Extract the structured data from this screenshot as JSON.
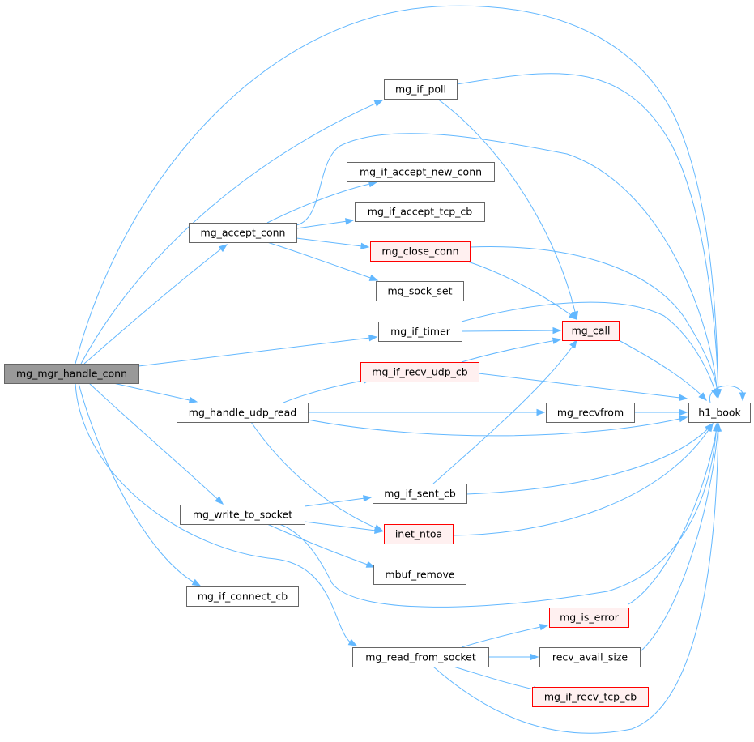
{
  "colors": {
    "edge": "#63b8ff",
    "node_fill": "#ffffff",
    "node_border": "#666666",
    "root_fill": "#999999",
    "root_border": "#666666",
    "red_fill": "#fff0f0",
    "red_border": "#ff0000"
  },
  "nodes": [
    {
      "id": "mg_mgr_handle_conn",
      "label": "mg_mgr_handle_conn",
      "style": "root"
    },
    {
      "id": "mg_if_poll",
      "label": "mg_if_poll",
      "style": "normal"
    },
    {
      "id": "mg_if_accept_new_conn",
      "label": "mg_if_accept_new_conn",
      "style": "normal"
    },
    {
      "id": "mg_if_accept_tcp_cb",
      "label": "mg_if_accept_tcp_cb",
      "style": "normal"
    },
    {
      "id": "mg_accept_conn",
      "label": "mg_accept_conn",
      "style": "normal"
    },
    {
      "id": "mg_close_conn",
      "label": "mg_close_conn",
      "style": "red"
    },
    {
      "id": "mg_sock_set",
      "label": "mg_sock_set",
      "style": "normal"
    },
    {
      "id": "mg_if_timer",
      "label": "mg_if_timer",
      "style": "normal"
    },
    {
      "id": "mg_call",
      "label": "mg_call",
      "style": "red"
    },
    {
      "id": "mg_if_recv_udp_cb",
      "label": "mg_if_recv_udp_cb",
      "style": "red"
    },
    {
      "id": "mg_handle_udp_read",
      "label": "mg_handle_udp_read",
      "style": "normal"
    },
    {
      "id": "mg_recvfrom",
      "label": "mg_recvfrom",
      "style": "normal"
    },
    {
      "id": "h1_book",
      "label": "h1_book",
      "style": "normal"
    },
    {
      "id": "mg_if_sent_cb",
      "label": "mg_if_sent_cb",
      "style": "normal"
    },
    {
      "id": "mg_write_to_socket",
      "label": "mg_write_to_socket",
      "style": "normal"
    },
    {
      "id": "inet_ntoa",
      "label": "inet_ntoa",
      "style": "red"
    },
    {
      "id": "mbuf_remove",
      "label": "mbuf_remove",
      "style": "normal"
    },
    {
      "id": "mg_if_connect_cb",
      "label": "mg_if_connect_cb",
      "style": "normal"
    },
    {
      "id": "mg_is_error",
      "label": "mg_is_error",
      "style": "red"
    },
    {
      "id": "mg_read_from_socket",
      "label": "mg_read_from_socket",
      "style": "normal"
    },
    {
      "id": "recv_avail_size",
      "label": "recv_avail_size",
      "style": "normal"
    },
    {
      "id": "mg_if_recv_tcp_cb",
      "label": "mg_if_recv_tcp_cb",
      "style": "red"
    }
  ],
  "edges": [
    {
      "from": "mg_mgr_handle_conn",
      "to": "h1_book"
    },
    {
      "from": "mg_mgr_handle_conn",
      "to": "mg_if_poll"
    },
    {
      "from": "mg_mgr_handle_conn",
      "to": "mg_accept_conn"
    },
    {
      "from": "mg_mgr_handle_conn",
      "to": "mg_if_timer"
    },
    {
      "from": "mg_mgr_handle_conn",
      "to": "mg_handle_udp_read"
    },
    {
      "from": "mg_mgr_handle_conn",
      "to": "mg_write_to_socket"
    },
    {
      "from": "mg_mgr_handle_conn",
      "to": "mg_if_connect_cb"
    },
    {
      "from": "mg_mgr_handle_conn",
      "to": "mg_read_from_socket"
    },
    {
      "from": "mg_if_poll",
      "to": "h1_book"
    },
    {
      "from": "mg_if_poll",
      "to": "mg_call"
    },
    {
      "from": "mg_accept_conn",
      "to": "mg_if_accept_new_conn"
    },
    {
      "from": "mg_accept_conn",
      "to": "mg_if_accept_tcp_cb"
    },
    {
      "from": "mg_accept_conn",
      "to": "mg_close_conn"
    },
    {
      "from": "mg_accept_conn",
      "to": "mg_sock_set"
    },
    {
      "from": "mg_accept_conn",
      "to": "h1_book"
    },
    {
      "from": "mg_close_conn",
      "to": "h1_book"
    },
    {
      "from": "mg_close_conn",
      "to": "mg_call"
    },
    {
      "from": "mg_if_timer",
      "to": "mg_call"
    },
    {
      "from": "mg_if_timer",
      "to": "h1_book"
    },
    {
      "from": "mg_call",
      "to": "h1_book"
    },
    {
      "from": "mg_if_recv_udp_cb",
      "to": "mg_call"
    },
    {
      "from": "mg_if_recv_udp_cb",
      "to": "h1_book"
    },
    {
      "from": "mg_handle_udp_read",
      "to": "mg_if_recv_udp_cb"
    },
    {
      "from": "mg_handle_udp_read",
      "to": "mg_recvfrom"
    },
    {
      "from": "mg_handle_udp_read",
      "to": "h1_book"
    },
    {
      "from": "mg_handle_udp_read",
      "to": "inet_ntoa"
    },
    {
      "from": "mg_recvfrom",
      "to": "h1_book"
    },
    {
      "from": "h1_book",
      "to": "h1_book"
    },
    {
      "from": "mg_if_sent_cb",
      "to": "mg_call"
    },
    {
      "from": "mg_if_sent_cb",
      "to": "h1_book"
    },
    {
      "from": "mg_write_to_socket",
      "to": "mg_if_sent_cb"
    },
    {
      "from": "mg_write_to_socket",
      "to": "inet_ntoa"
    },
    {
      "from": "mg_write_to_socket",
      "to": "mbuf_remove"
    },
    {
      "from": "mg_write_to_socket",
      "to": "h1_book"
    },
    {
      "from": "inet_ntoa",
      "to": "h1_book"
    },
    {
      "from": "mg_is_error",
      "to": "h1_book"
    },
    {
      "from": "mg_read_from_socket",
      "to": "mg_is_error"
    },
    {
      "from": "mg_read_from_socket",
      "to": "recv_avail_size"
    },
    {
      "from": "mg_read_from_socket",
      "to": "mg_if_recv_tcp_cb"
    },
    {
      "from": "mg_read_from_socket",
      "to": "h1_book"
    },
    {
      "from": "recv_avail_size",
      "to": "h1_book"
    }
  ]
}
